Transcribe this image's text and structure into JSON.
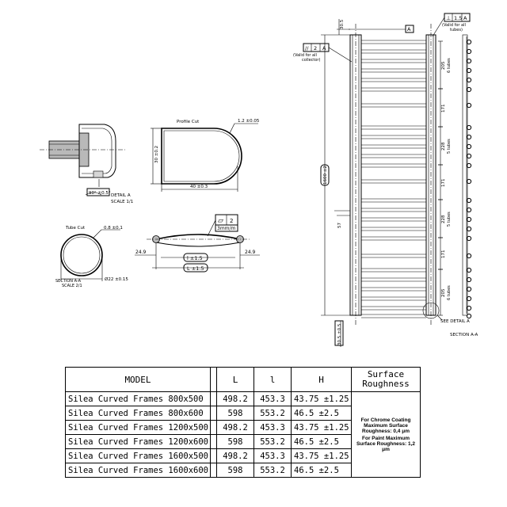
{
  "profile_cut": {
    "title": "Profile Cut",
    "height_dim": "30 ±0.2",
    "width_dim": "40 ±0.3",
    "thickness_dim": "1.2 ±0.05"
  },
  "detail_a": {
    "angle": "90° ±0.5°",
    "label": "DETAIL  A",
    "scale": "SCALE  1/1"
  },
  "tube_cut": {
    "title": "Tube Cut",
    "thickness": "0.8 ±0.1",
    "diameter": "Ø22 ±0.15",
    "section_label": "SECTION  A-A",
    "scale": "SCALE  2/1"
  },
  "curve_view": {
    "flatness_symbol": "▱",
    "flatness_value": "2",
    "flatness_note": "3mm/m",
    "left_offset": "24.9",
    "right_offset": "24.9",
    "inner_label": "l ±1.5",
    "outer_label": "L ±1.5"
  },
  "front_view": {
    "collector_tol_symbol": "//",
    "collector_tol_value": "2",
    "collector_tol_ref": "A",
    "collector_note_1": "(Valid for all",
    "collector_note_2": "collector)",
    "tubes_tol_symbol": "⊥",
    "tubes_tol_value": "1.5",
    "tubes_tol_ref": "A",
    "tubes_note_1": "(Valid for all",
    "tubes_note_2": "tubes)",
    "datum": "A",
    "top_dim": "30.5",
    "height_dim": "1600 ±2",
    "bottom_dim": "30.5 ±0.5",
    "side_dim": "57",
    "see_detail": "SEE DETAIL  A",
    "section_label": "SECTION  A-A",
    "spacing_dims": [
      {
        "value": "205",
        "tubes": "6 tubes"
      },
      {
        "value": "171",
        "tubes": ""
      },
      {
        "value": "228",
        "tubes": "5 tubes"
      },
      {
        "value": "171",
        "tubes": ""
      },
      {
        "value": "228",
        "tubes": "5 tubes"
      },
      {
        "value": "171",
        "tubes": ""
      },
      {
        "value": "205",
        "tubes": "6 tubes"
      }
    ]
  },
  "table": {
    "headers": {
      "model": "MODEL",
      "L": "L",
      "l": "l",
      "H": "H",
      "surface": "Surface Roughness"
    },
    "rows": [
      {
        "model": "Silea Curved Frames 800x500",
        "L": "498.2",
        "l": "453.3",
        "H": "43.75 ±1.25"
      },
      {
        "model": "Silea Curved Frames 800x600",
        "L": "598",
        "l": "553.2",
        "H": "46.5 ±2.5"
      },
      {
        "model": "Silea Curved Frames 1200x500",
        "L": "498.2",
        "l": "453.3",
        "H": "43.75 ±1.25"
      },
      {
        "model": "Silea Curved Frames 1200x600",
        "L": "598",
        "l": "553.2",
        "H": "46.5 ±2.5"
      },
      {
        "model": "Silea Curved Frames 1600x500",
        "L": "498.2",
        "l": "453.3",
        "H": "43.75 ±1.25"
      },
      {
        "model": "Silea Curved Frames 1600x600",
        "L": "598",
        "l": "553.2",
        "H": "46.5 ±2.5"
      }
    ],
    "roughness_chrome": "For Chrome Coating Maximum Surface Roughness: 0,4 μm",
    "roughness_paint": "For Paint Maximum Surface Roughness: 1,2 μm"
  }
}
